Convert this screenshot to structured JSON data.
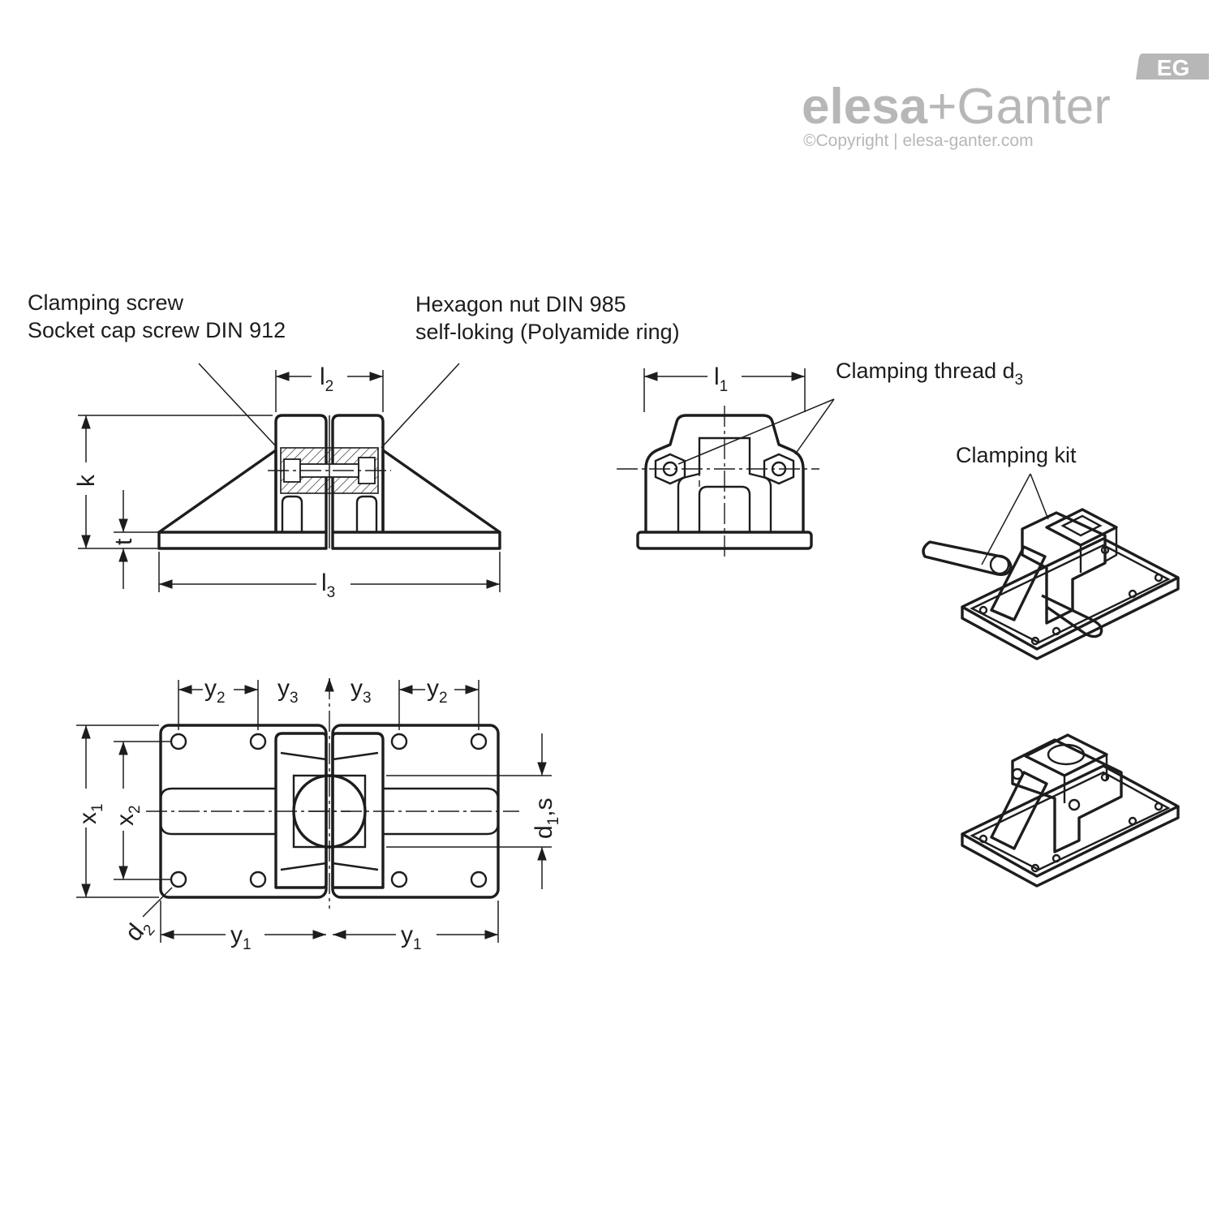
{
  "logo": {
    "brand": "elesa+Ganter",
    "brand_left": "elesa",
    "brand_plus": "+",
    "brand_right": "Ganter",
    "badge": "EG",
    "copyright": "©Copyright | elesa-ganter.com",
    "color": "#b7b7b7"
  },
  "labels": {
    "clamping_screw_line1": "Clamping screw",
    "clamping_screw_line2": "Socket cap screw DIN 912",
    "hex_nut_line1": "Hexagon nut DIN 985",
    "hex_nut_line2": "self-loking (Polyamide ring)",
    "clamping_thread": "Clamping thread d",
    "clamping_thread_sub": "3",
    "clamping_kit": "Clamping kit"
  },
  "dimensions": {
    "l2": {
      "base": "l",
      "sub": "2"
    },
    "l1": {
      "base": "l",
      "sub": "1"
    },
    "l3": {
      "base": "l",
      "sub": "3"
    },
    "k": {
      "base": "k"
    },
    "t": {
      "base": "t"
    },
    "y2_left": {
      "base": "y",
      "sub": "2"
    },
    "y3_left": {
      "base": "y",
      "sub": "3"
    },
    "y3_right": {
      "base": "y",
      "sub": "3"
    },
    "y2_right": {
      "base": "y",
      "sub": "2"
    },
    "x1": {
      "base": "x",
      "sub": "1"
    },
    "x2": {
      "base": "x",
      "sub": "2"
    },
    "d1s": {
      "base": "d",
      "sub": "1",
      "suffix": ",s"
    },
    "d2": {
      "base": "d",
      "sub": "2"
    },
    "y1_left": {
      "base": "y",
      "sub": "1"
    },
    "y1_right": {
      "base": "y",
      "sub": "1"
    }
  },
  "colors": {
    "line": "#1d1d1d",
    "background": "#ffffff"
  }
}
